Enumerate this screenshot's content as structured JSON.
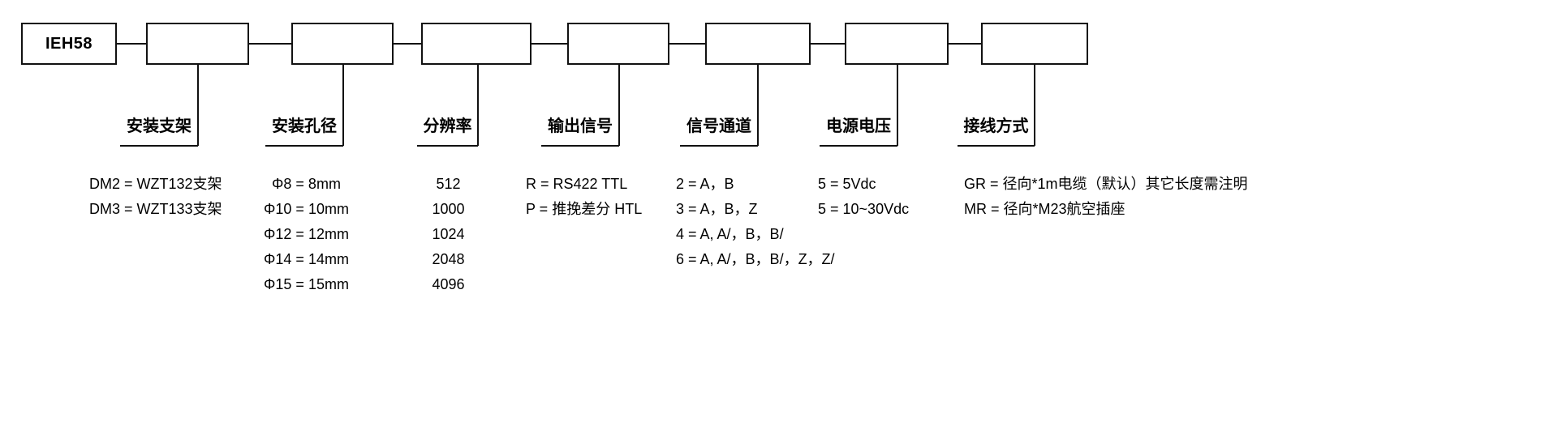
{
  "diagram": {
    "title": "IEH58 ordering code",
    "root_code": "IEH58",
    "line_color": "#111111",
    "background": "#ffffff",
    "blank_boxes": 7,
    "groups": [
      {
        "title": "安装支架",
        "options": [
          "DM2 = WZT132支架",
          "DM3 = WZT133支架"
        ]
      },
      {
        "title": "安装孔径",
        "options": [
          "Φ8 = 8mm",
          "Φ10 = 10mm",
          "Φ12 = 12mm",
          "Φ14 = 14mm",
          "Φ15 = 15mm"
        ]
      },
      {
        "title": "分辨率",
        "options": [
          "512",
          "1000",
          "1024",
          "2048",
          "4096"
        ]
      },
      {
        "title": "输出信号",
        "options": [
          "R = RS422 TTL",
          "P = 推挽差分 HTL"
        ]
      },
      {
        "title": "信号通道",
        "options": [
          "2 = A，B",
          "3 = A，B，Z",
          "4 = A, A/，B，B/",
          "6 = A, A/，B，B/，Z，Z/"
        ]
      },
      {
        "title": "电源电压",
        "options": [
          "5 = 5Vdc",
          "5 = 10~30Vdc"
        ]
      },
      {
        "title": "接线方式",
        "options": [
          "GR = 径向*1m电缆（默认）其它长度需注明",
          "MR = 径向*M23航空插座"
        ]
      }
    ]
  }
}
